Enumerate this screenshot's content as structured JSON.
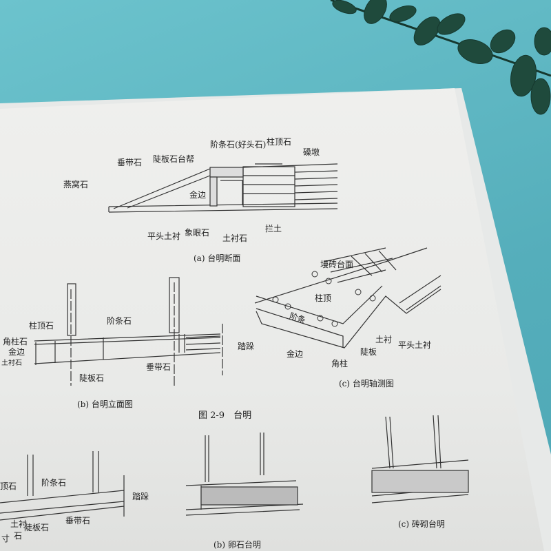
{
  "figure_a": {
    "caption": "(a) 台明断面",
    "labels": [
      "阶条石(好头石)",
      "柱顶石",
      "垂带石",
      "陡板石台帮",
      "磉墩",
      "燕窝石",
      "金边",
      "平头土衬",
      "象眼石",
      "土衬石",
      "拦土"
    ]
  },
  "figure_b": {
    "caption": "(b) 台明立面图",
    "labels": [
      "柱顶石",
      "阶条石",
      "角柱石",
      "金边",
      "土衬石",
      "踏跺",
      "陡板石",
      "垂带石"
    ]
  },
  "figure_c": {
    "caption": "(c) 台明轴测图",
    "labels": [
      "墁砖台面",
      "柱顶",
      "阶条",
      "土衬",
      "平头土衬",
      "金边",
      "陡板",
      "角柱"
    ]
  },
  "figure_title": "图 2-9　台明",
  "lower": {
    "labels": [
      "顶石",
      "阶条石",
      "踏跺",
      "土衬",
      "陡板石",
      "垂带石",
      "石",
      "寸"
    ],
    "caption_b": "(b) 卵石台明",
    "caption_c": "(c) 砖砌台明"
  },
  "colors": {
    "background": "#5cb6c2",
    "page": "#efefed",
    "leaves": "#1f4a3c"
  }
}
